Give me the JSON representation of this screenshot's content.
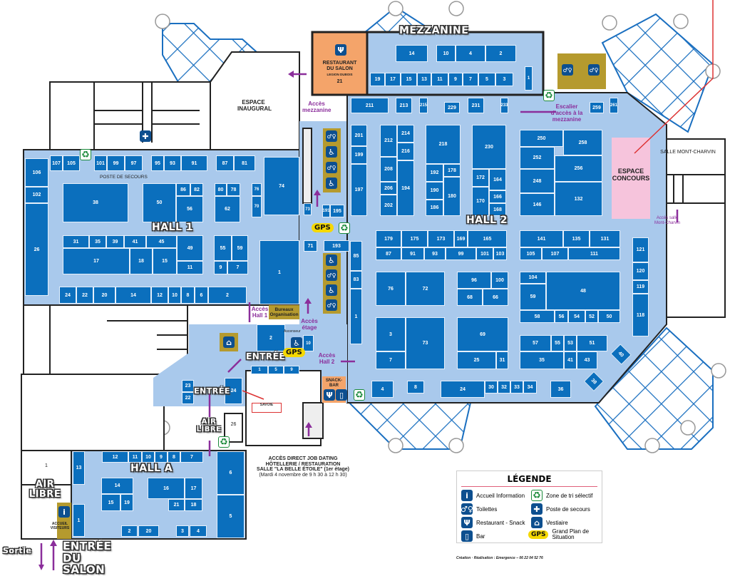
{
  "mezzanine": {
    "title": "MEZZANINE",
    "restaurant": {
      "line1": "RESTAURANT",
      "line2": "DU SALON",
      "name": "LEGION DUBOIS",
      "number": "21"
    },
    "booths": [
      "14",
      "10",
      "4",
      "2",
      "19",
      "17",
      "15",
      "13",
      "11",
      "9",
      "7",
      "5",
      "3",
      "1"
    ]
  },
  "hall1": {
    "title": "HALL 1",
    "booths": [
      "107",
      "105",
      "101",
      "99",
      "97",
      "95",
      "93",
      "91",
      "87",
      "81",
      "74",
      "106",
      "102",
      "26",
      "38",
      "50",
      "86",
      "82",
      "56",
      "80",
      "78",
      "62",
      "76",
      "70",
      "73",
      "191",
      "195",
      "31",
      "35",
      "39",
      "41",
      "45",
      "17",
      "18",
      "15",
      "49",
      "11",
      "55",
      "59",
      "9",
      "7",
      "1",
      "71",
      "193",
      "24",
      "22",
      "20",
      "14",
      "12",
      "10",
      "8",
      "6",
      "2"
    ]
  },
  "hall2": {
    "title": "HALL 2",
    "booths": [
      "211",
      "213",
      "215",
      "229",
      "231",
      "233",
      "259",
      "261",
      "201",
      "199",
      "197",
      "212",
      "208",
      "214",
      "216",
      "206",
      "202",
      "194",
      "218",
      "192",
      "178",
      "190",
      "180",
      "186",
      "230",
      "172",
      "164",
      "170",
      "166",
      "168",
      "250",
      "258",
      "252",
      "256",
      "248",
      "146",
      "132",
      "179",
      "175",
      "173",
      "169",
      "165",
      "87",
      "91",
      "93",
      "99",
      "101",
      "103",
      "141",
      "135",
      "131",
      "105",
      "107",
      "111",
      "121",
      "120",
      "119",
      "118",
      "85",
      "83",
      "1",
      "76",
      "72",
      "96",
      "100",
      "68",
      "66",
      "104",
      "59",
      "48",
      "58",
      "56",
      "54",
      "52",
      "50",
      "3",
      "7",
      "73",
      "69",
      "25",
      "31",
      "57",
      "55",
      "53",
      "51",
      "35",
      "41",
      "43",
      "4",
      "8",
      "24",
      "30",
      "32",
      "33",
      "34",
      "36",
      "38",
      "40"
    ]
  },
  "hallA": {
    "title": "HALL A",
    "booths": [
      "12",
      "11",
      "10",
      "9",
      "8",
      "7",
      "13",
      "6",
      "5",
      "14",
      "15",
      "19",
      "16",
      "17",
      "21",
      "18",
      "1",
      "2",
      "20",
      "3",
      "4"
    ]
  },
  "entrance": {
    "booths": [
      "23",
      "22",
      "24",
      "1",
      "5",
      "9",
      "2",
      "10"
    ],
    "room_26": "26",
    "air_libre_1": "1"
  },
  "labels": {
    "espace_inaugural": "ESPACE INAUGURAL",
    "poste_secours": "POSTE DE SECOURS",
    "acces_mezzanine": "Accès mezzanine",
    "escalier_mezzanine": "Escalier d'accès à la mezzanine",
    "espace_concours": "ESPACE CONCOURS",
    "salle_mont_charvin": "SALLE MONT-CHARVIN",
    "acces_salle_mont_charvin": "Accès salle Mont-Charvin",
    "acces_hall1": "Accès Hall 1",
    "bureaux": "Bureaux Organisation",
    "acces_etage": "Accès étage",
    "ascenseur": "Ascenseur",
    "entree": "ENTRÉE",
    "entree_2": "ENTRÉE",
    "acces_hall2": "Accès Hall 2",
    "snack_bar": "SNACK-BAR",
    "air_libre": "AIR LIBRE",
    "air_libre_2": "AIR LIBRE",
    "savoie_logo": "SAVOIE",
    "job_dating": [
      "ACCÈS DIRECT JOB DATING",
      "HÔTELLERIE / RESTAURATION",
      "SALLE \"LA BELLE ÉTOILE\" (1er étage)",
      "(Mardi 4 novembre de 9 h 30 à 12 h 30)"
    ],
    "accueil_visiteurs": "ACCUEIL VISITEURS",
    "sortie": "Sortie",
    "entree_du_salon": "ENTRÉE DU SALON",
    "gps": "GPS",
    "credit": "Création · Réalisation : Emergence – 06 22 04 52 76"
  },
  "legend": {
    "title": "LÉGENDE",
    "items": [
      {
        "icon": "info-icon",
        "label": "Accueil Information"
      },
      {
        "icon": "toilets-icon",
        "label": "Toilettes"
      },
      {
        "icon": "restaurant-icon",
        "label": "Restaurant - Snack"
      },
      {
        "icon": "bar-icon",
        "label": "Bar"
      },
      {
        "icon": "recycle-icon",
        "label": "Zone de tri sélectif"
      },
      {
        "icon": "first-aid-icon",
        "label": "Poste de secours"
      },
      {
        "icon": "cloakroom-icon",
        "label": "Vestiaire"
      },
      {
        "icon": "gps-icon",
        "label": "Grand Plan de Situation"
      }
    ]
  },
  "colors": {
    "floor": "#a9c9ec",
    "booth": "#0b6fbd",
    "restaurant": "#f4a46a",
    "olive": "#b59a2e",
    "pink": "#f6c4dc",
    "purple": "#8b2e9b",
    "lattice": "#1a6fc0"
  }
}
